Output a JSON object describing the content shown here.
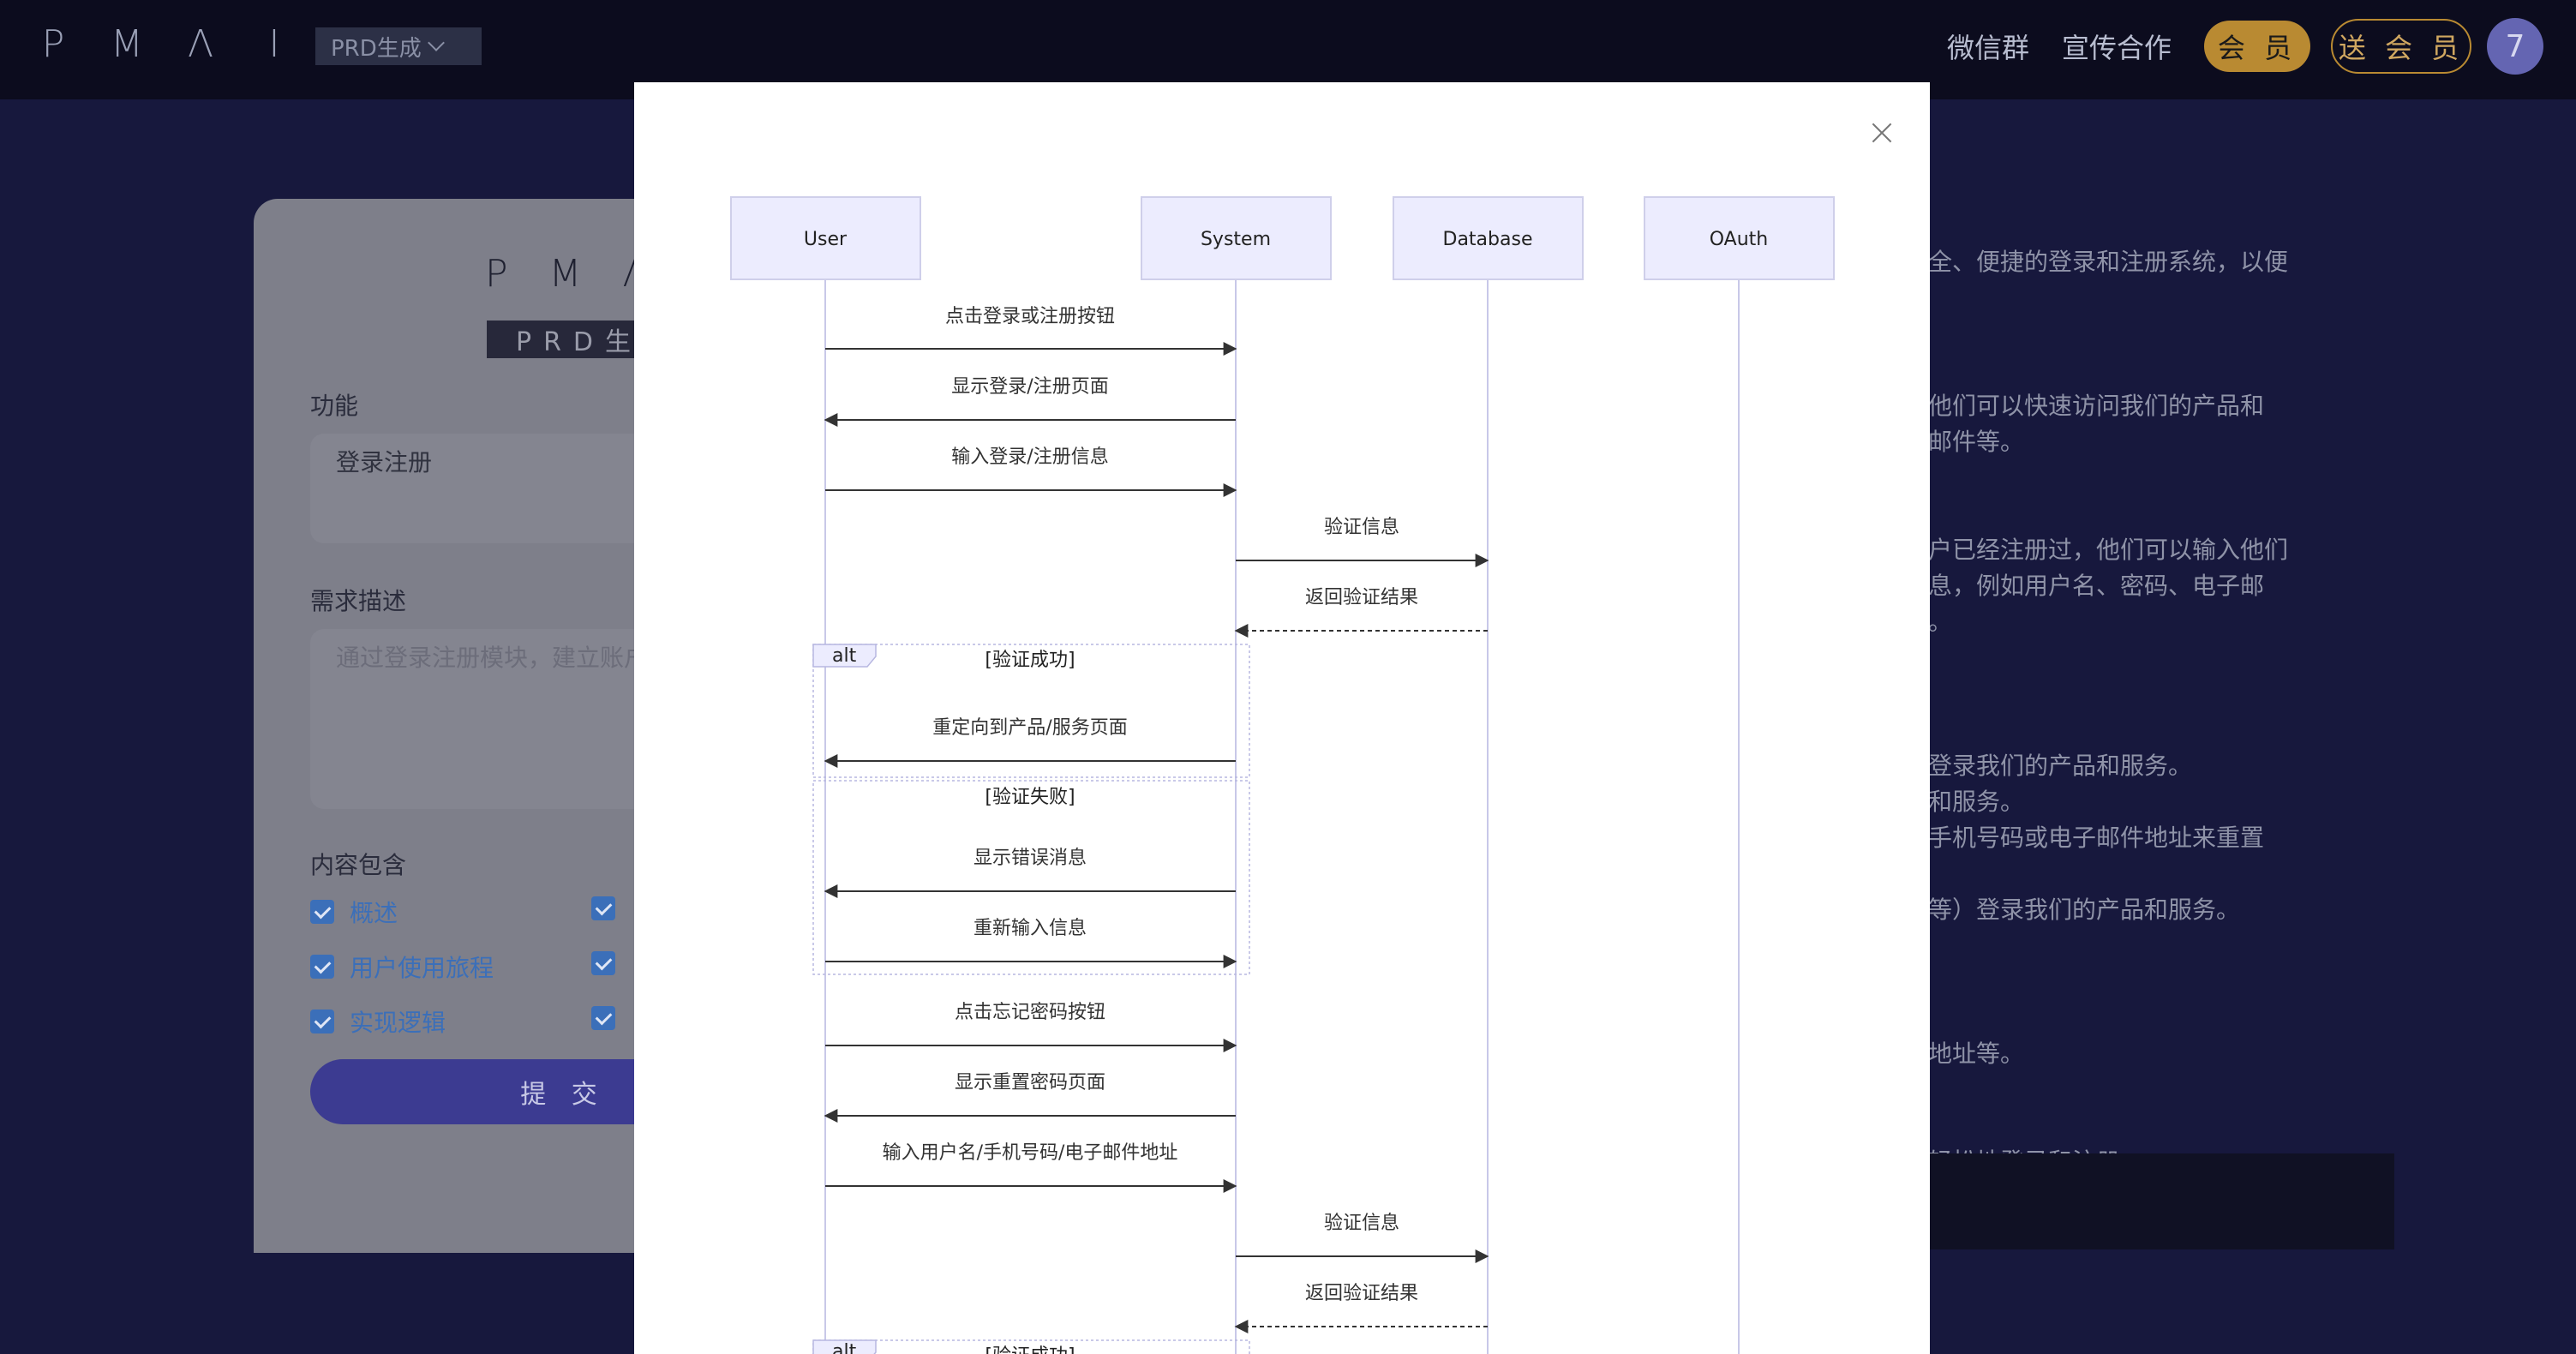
{
  "topbar": {
    "logo_letters": [
      "P",
      "M",
      "Λ",
      "I"
    ],
    "prd_dropdown": "PRD生成",
    "wechat_group": "微信群",
    "promotion": "宣传合作",
    "member_button": "会 员",
    "gift_member_button": "送 会 员",
    "avatar_text": "7"
  },
  "form": {
    "logo_letters": [
      "P",
      "M",
      "Λ"
    ],
    "subtitle": "PRD生",
    "feature_label": "功能",
    "feature_value": "登录注册",
    "desc_label": "需求描述",
    "desc_placeholder": "通过登录注册模块，建立账户",
    "content_label": "内容包含",
    "checkboxes": [
      "概述",
      "用户使用旅程",
      "实现逻辑"
    ],
    "submit": "提 交"
  },
  "doc_lines": [
    "全、便捷的登录和注册系统，以便",
    "他们可以快速访问我们的产品和",
    "邮件等。",
    "户已经注册过，他们可以输入他们",
    "息，例如用户名、密码、电子邮",
    "。",
    "登录我们的产品和服务。",
    "和服务。",
    "手机号码或电子邮件地址来重置",
    "等）登录我们的产品和服务。",
    "地址等。",
    "轻松地登录和注册"
  ],
  "diagram": {
    "actors": [
      "User",
      "System",
      "Database",
      "OAuth"
    ],
    "messages": [
      "点击登录或注册按钮",
      "显示登录/注册页面",
      "输入登录/注册信息",
      "验证信息",
      "返回验证结果",
      "重定向到产品/服务页面",
      "显示错误消息",
      "重新输入信息",
      "点击忘记密码按钮",
      "显示重置密码页面",
      "输入用户名/手机号码/电子邮件地址",
      "验证信息",
      "返回验证结果"
    ],
    "alt_tag": "alt",
    "alt_success": "[验证成功]",
    "alt_fail": "[验证失败]",
    "alt_tag_2": "alt",
    "alt_success_2": "[验证成功]"
  }
}
